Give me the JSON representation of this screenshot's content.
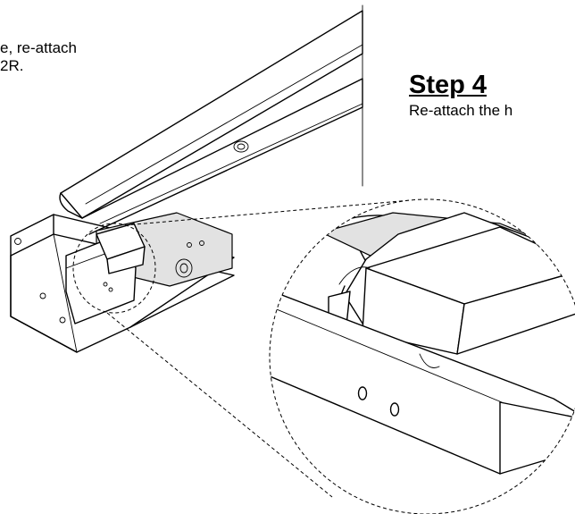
{
  "instructions": {
    "prev_line_1": "e, re-attach",
    "prev_line_2": "2R.",
    "step_title": "Step 4",
    "step_text": "Re-attach the h"
  }
}
